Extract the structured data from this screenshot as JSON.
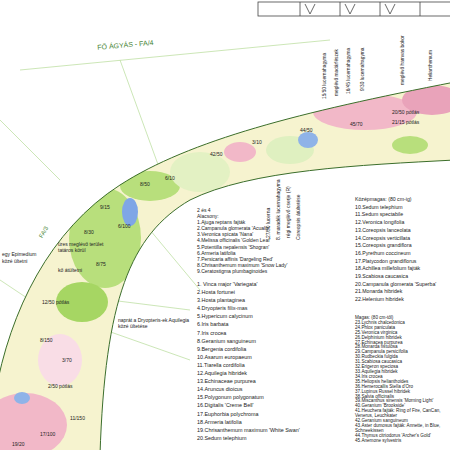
{
  "diagram": {
    "labels": [
      "FŐ ÁGYÁS - FA/4",
      "FA/3",
      "9/15",
      "8/30",
      "6/100",
      "8/50",
      "6/10",
      "42/50",
      "3/10",
      "44/50",
      "45/70",
      "20/50 pótlás",
      "21/15 pótlás",
      "8/75",
      "12/50 pótlás",
      "8/150",
      "3/70",
      "2/50 pótlás",
      "11/150",
      "17/100",
      "19/20",
      "üres meglévő terület tatáros körül",
      "kő átültetni",
      "naprát a Dryopteris-ek Aquilegia közé ültetése",
      "egy Epimedium",
      "közé ültetni",
      "27/50 lucerna",
      "8. maradék lucernahagyma",
      "régi meglévő cserje (R)",
      "Coreopsis átültetése",
      "15/50 lucernahagyma",
      "meglévő madárfészek",
      "16/45 lucernahagyma",
      "9/30 lucernahagyma",
      "meglévő hamvas bokor",
      "Helianthemum",
      "2 és 4",
      "Alacsony:",
      "1.Ajuga reptans fajták",
      "2.Campanula glomerata 'Acualis'",
      "3.Veronica spicata 'Nana'",
      "4.Melissa officinalis 'Golden Leaf'",
      "5.Potentilla nepalensis 'Shogran'",
      "6.Armeria latifolia",
      "7.Persicaria affinis 'Dargeling Red'",
      "8.Chrisanthemum maximum 'Snow Lady'",
      "9.Ceratostigma plumbaginoides",
      "1. Vinca major 'Variegata'",
      "2.Hosta fortunei",
      "3.Hosta plantaginea",
      "4.Dryopteris filix-mas",
      "5.Hypericum calycinum",
      "6.Iris barbata",
      "7.Iris crocea",
      "8.Geranium sanguineum",
      "9.Bergenia cordifolia",
      "10.Asarum europaeum",
      "11.Tiarella cordifolia",
      "12.Aquilegia hibridek",
      "13.Echinaceae purpurea",
      "14.Aruncus dioicus",
      "15.Polygonum polygonatum",
      "16.Digitalis 'Creme Bell'",
      "17.Euphorbia polychroma",
      "18.Armeria latifolia",
      "19.Chrisanthemum maximum 'White Swan'",
      "20.Sedum telephium",
      "Középmagas: (80 cm-ig)",
      "10.Sedum telephium",
      "11.Sedum spectabile",
      "12.Veronica longifolia",
      "13.Coreopsis lanceolata",
      "14.Coreopsis verticillata",
      "15.Coreopsis grandiflora",
      "16.Pyrethum coccineum",
      "17.Platycodon grandiflorus",
      "18.Achillea millefolium fajták",
      "19.Scabiosa caucasica",
      "20.Campanula glomerata 'Superba'",
      "21.Monarda hibridek",
      "22.Helenium hibridek",
      "Magas: (80 cm-től)",
      "23.Lychnis chalcedonica",
      "24.Phlox paniculata",
      "25.Veronica virginica",
      "26.Delphinium hibridek",
      "27.Echinacea purpurea",
      "28.Monarda fistulosa",
      "29.Campanula persicifolia",
      "30.Rudbeckia fulgida",
      "31.Scabiosa caucasica",
      "32.Erigeron speciosa",
      "33.Aquilegia hibridek",
      "34.Iris crocea",
      "35.Heliopsis helianthoides",
      "36.Hemerocallis Stella d'Oro",
      "37.Lupinus Russel hibridek",
      "38.Salvia officinalis",
      "39.Miscanthus sinensis 'Morning Light'",
      "40.Geranium 'Brookside'",
      "41.Heuchera fajták: Ring of Fire, CanCan, Venerus, Leuchkater",
      "42.Geranium sanguineum",
      "43.Aster dumosus fajták: Annette, in Blue, Schneekissen",
      "44.Thymus citriodorus 'Archer's Gold'",
      "45.Anemone sylvestris"
    ]
  }
}
